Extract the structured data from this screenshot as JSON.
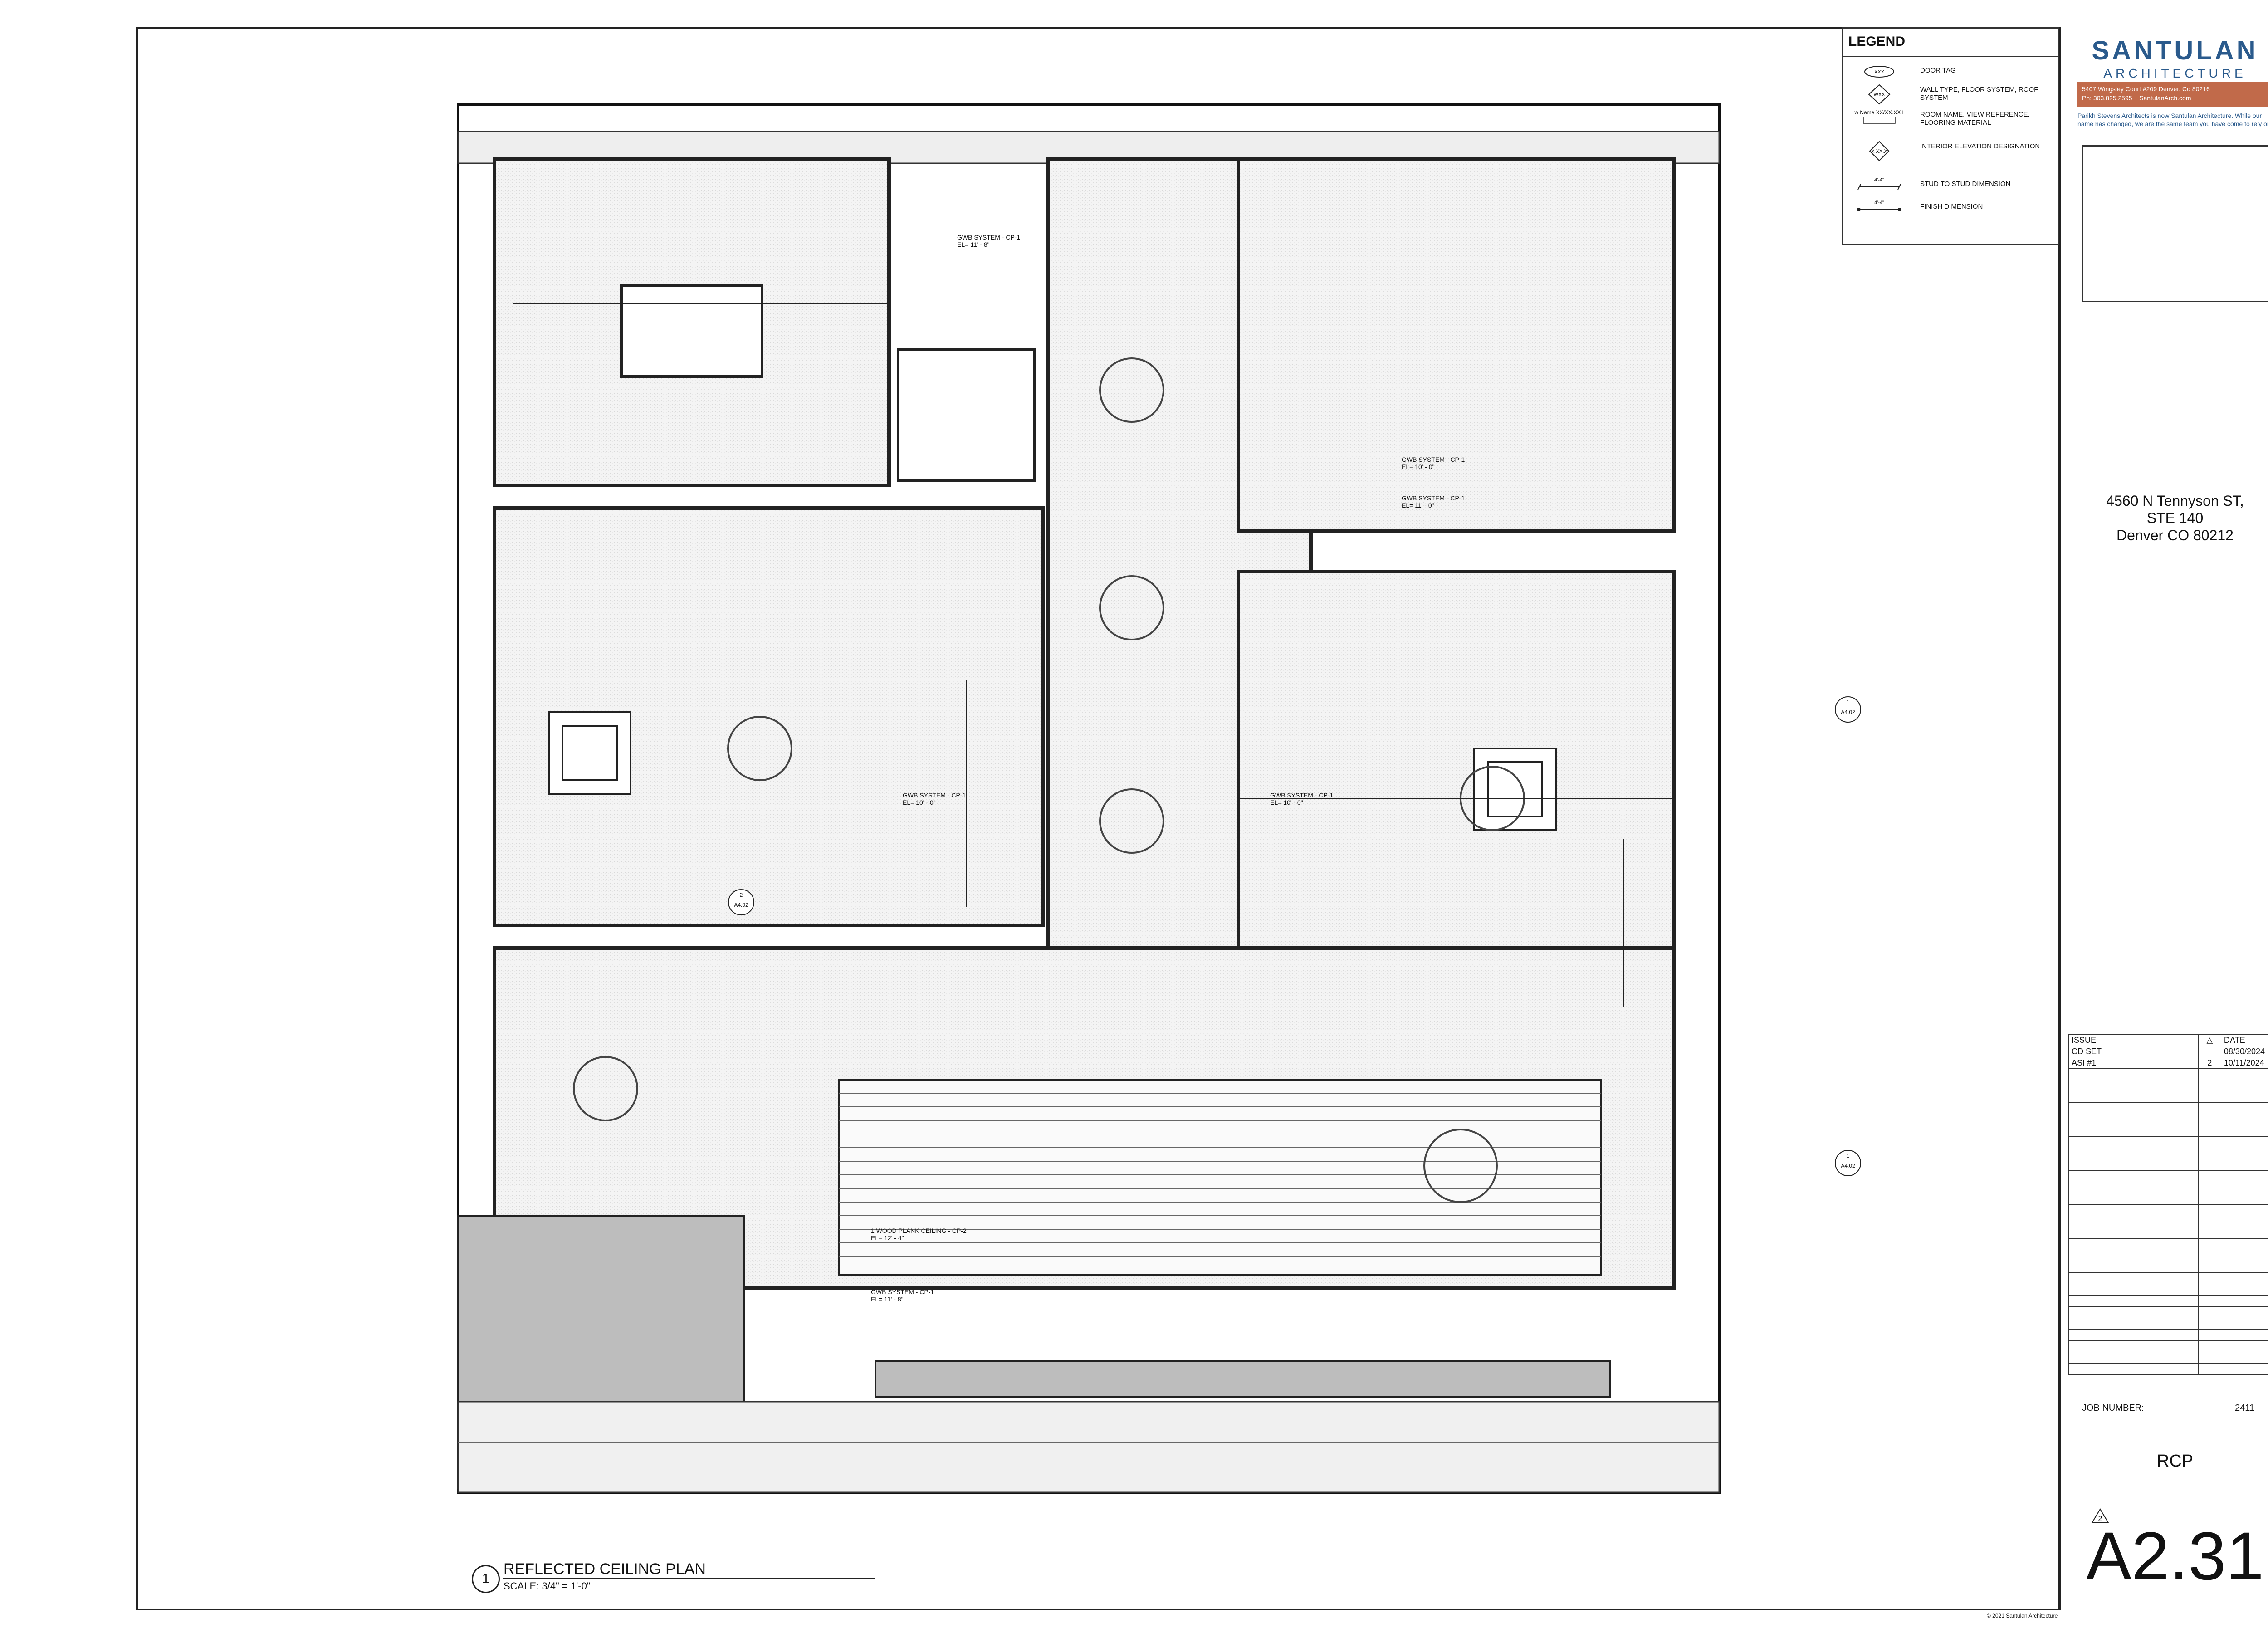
{
  "legend": {
    "title": "LEGEND",
    "items": [
      {
        "symbol": "XXX",
        "label": "DOOR TAG"
      },
      {
        "symbol": "WXX",
        "label": "WALL TYPE, FLOOR SYSTEM, ROOF SYSTEM"
      },
      {
        "symbol": "View Name XX/XX.XX LVT",
        "label": "ROOM NAME, VIEW REFERENCE, FLOORING MATERIAL"
      },
      {
        "symbol": "X XX.X",
        "label": "INTERIOR ELEVATION DESIGNATION"
      },
      {
        "symbol": "4'-4\"",
        "label": "STUD TO STUD DIMENSION"
      },
      {
        "symbol": "4'-4\"",
        "label": "FINISH DIMENSION"
      }
    ]
  },
  "firm": {
    "name": "SANTULAN",
    "subtitle": "ARCHITECTURE",
    "address": "5407 Wingsley Court #209 Denver, Co 80216",
    "phone": "Ph: 303.825.2595",
    "web": "SantulanArch.com",
    "note": "Parikh Stevens Architects is now Santulan Architecture. While our name has changed, we are the same team you have come to rely on!"
  },
  "project": {
    "address_line1": "4560 N Tennyson ST,",
    "address_line2": "STE 140",
    "address_line3": "Denver CO 80212"
  },
  "issues": {
    "headers": [
      "ISSUE",
      "",
      "DATE"
    ],
    "rows": [
      {
        "issue": "CD SET",
        "rev": "",
        "date": "08/30/2024"
      },
      {
        "issue": "ASI #1",
        "rev": "2",
        "date": "10/11/2024"
      }
    ]
  },
  "job": {
    "label": "JOB NUMBER:",
    "value": "2411"
  },
  "sheet": {
    "label": "RCP",
    "number": "A2.31",
    "revision": "2"
  },
  "drawing": {
    "number": "1",
    "title": "REFLECTED CEILING PLAN",
    "scale": "SCALE:  3/4\" = 1'-0\""
  },
  "copyright": "© 2021  Santulan Architecture",
  "plan_notes": [
    {
      "label": "GWB SYSTEM - CP-1",
      "elevation": "EL= 11' - 8\""
    },
    {
      "label": "GWB SYSTEM - CP-1",
      "elevation": "EL= 10' - 0\""
    },
    {
      "label": "GWB SYSTEM - CP-1",
      "elevation": "EL= 11' - 0\""
    },
    {
      "label": "GWB SYSTEM - CP-1",
      "elevation": "EL= 10' - 0\""
    },
    {
      "label": "GWB SYSTEM - CP-1",
      "elevation": "EL= 10' - 0\""
    },
    {
      "label": "1 WOOD PLANK CEILING - CP-2",
      "elevation": "EL= 12' - 4\""
    },
    {
      "label": "GWB SYSTEM - CP-1",
      "elevation": "EL= 11' - 8\""
    }
  ],
  "elevation_tags": [
    {
      "num": "2",
      "sheet": "A4.02"
    },
    {
      "num": "1",
      "sheet": "A4.02"
    },
    {
      "num": "1",
      "sheet": "A4.02"
    }
  ]
}
